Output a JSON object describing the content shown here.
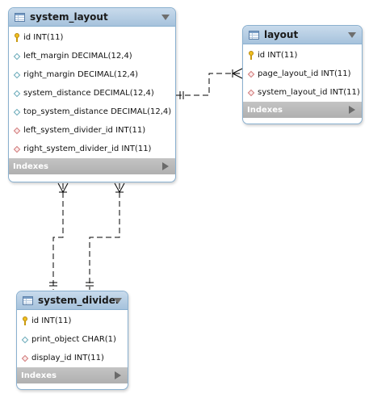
{
  "tables": {
    "system_layout": {
      "title": "system_layout",
      "columns": [
        {
          "text": "id INT(11)",
          "icon": "primary-key-icon"
        },
        {
          "text": "left_margin DECIMAL(12,4)",
          "icon": "column-icon"
        },
        {
          "text": "right_margin DECIMAL(12,4)",
          "icon": "column-icon"
        },
        {
          "text": "system_distance DECIMAL(12,4)",
          "icon": "column-icon"
        },
        {
          "text": "top_system_distance DECIMAL(12,4)",
          "icon": "column-icon"
        },
        {
          "text": "left_system_divider_id INT(11)",
          "icon": "foreign-key-icon"
        },
        {
          "text": "right_system_divider_id INT(11)",
          "icon": "foreign-key-icon"
        }
      ],
      "indexes_label": "Indexes"
    },
    "layout": {
      "title": "layout",
      "columns": [
        {
          "text": "id INT(11)",
          "icon": "primary-key-icon"
        },
        {
          "text": "page_layout_id INT(11)",
          "icon": "foreign-key-icon"
        },
        {
          "text": "system_layout_id INT(11)",
          "icon": "foreign-key-icon"
        }
      ],
      "indexes_label": "Indexes"
    },
    "system_divider": {
      "title": "system_divider",
      "columns": [
        {
          "text": "id INT(11)",
          "icon": "primary-key-icon"
        },
        {
          "text": "print_object CHAR(1)",
          "icon": "column-icon"
        },
        {
          "text": "display_id INT(11)",
          "icon": "foreign-key-icon"
        }
      ],
      "indexes_label": "Indexes"
    }
  },
  "relationships": [
    {
      "from": "layout",
      "to": "system_layout",
      "style": "dashed",
      "ends": [
        "crow-foot-one",
        "one-one"
      ]
    },
    {
      "from": "system_layout",
      "to": "system_divider",
      "style": "dashed",
      "ends": [
        "crow-foot-one",
        "one-one"
      ]
    },
    {
      "from": "system_layout",
      "to": "system_divider",
      "style": "dashed",
      "ends": [
        "crow-foot-one",
        "one-one"
      ]
    }
  ],
  "colors": {
    "header": "#b3cde4",
    "border": "#8ab0cf",
    "indexes_bar": "#bcbcbc",
    "key": "#f0c020",
    "column_diamond": "#66a8b8",
    "fk_diamond": "#d07a7a"
  }
}
